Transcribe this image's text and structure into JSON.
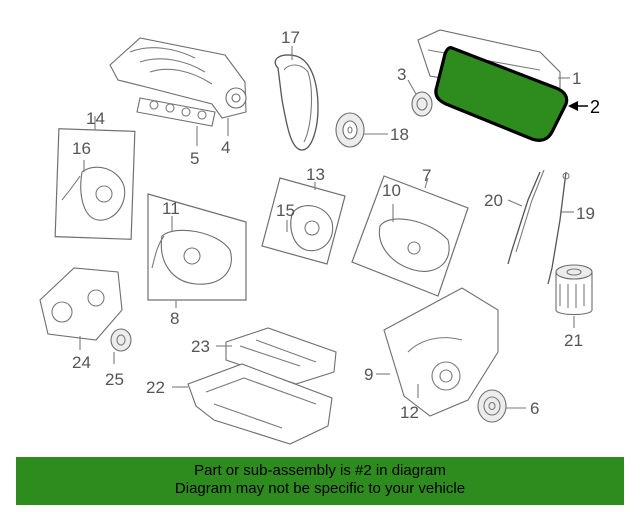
{
  "callouts": {
    "p1": "1",
    "p2": "2",
    "p3": "3",
    "p4": "4",
    "p5": "5",
    "p6": "6",
    "p7": "7",
    "p8": "8",
    "p9": "9",
    "p10": "10",
    "p11": "11",
    "p12": "12",
    "p13": "13",
    "p14": "14",
    "p15": "15",
    "p16": "16",
    "p17": "17",
    "p18": "18",
    "p19": "19",
    "p20": "20",
    "p21": "21",
    "p22": "22",
    "p23": "23",
    "p24": "24",
    "p25": "25"
  },
  "highlight": {
    "part": "2",
    "color": "#2e8b1e"
  },
  "banner": {
    "line1": "Part or sub-assembly is #2 in diagram",
    "line2": "Diagram may not be specific to your vehicle"
  }
}
